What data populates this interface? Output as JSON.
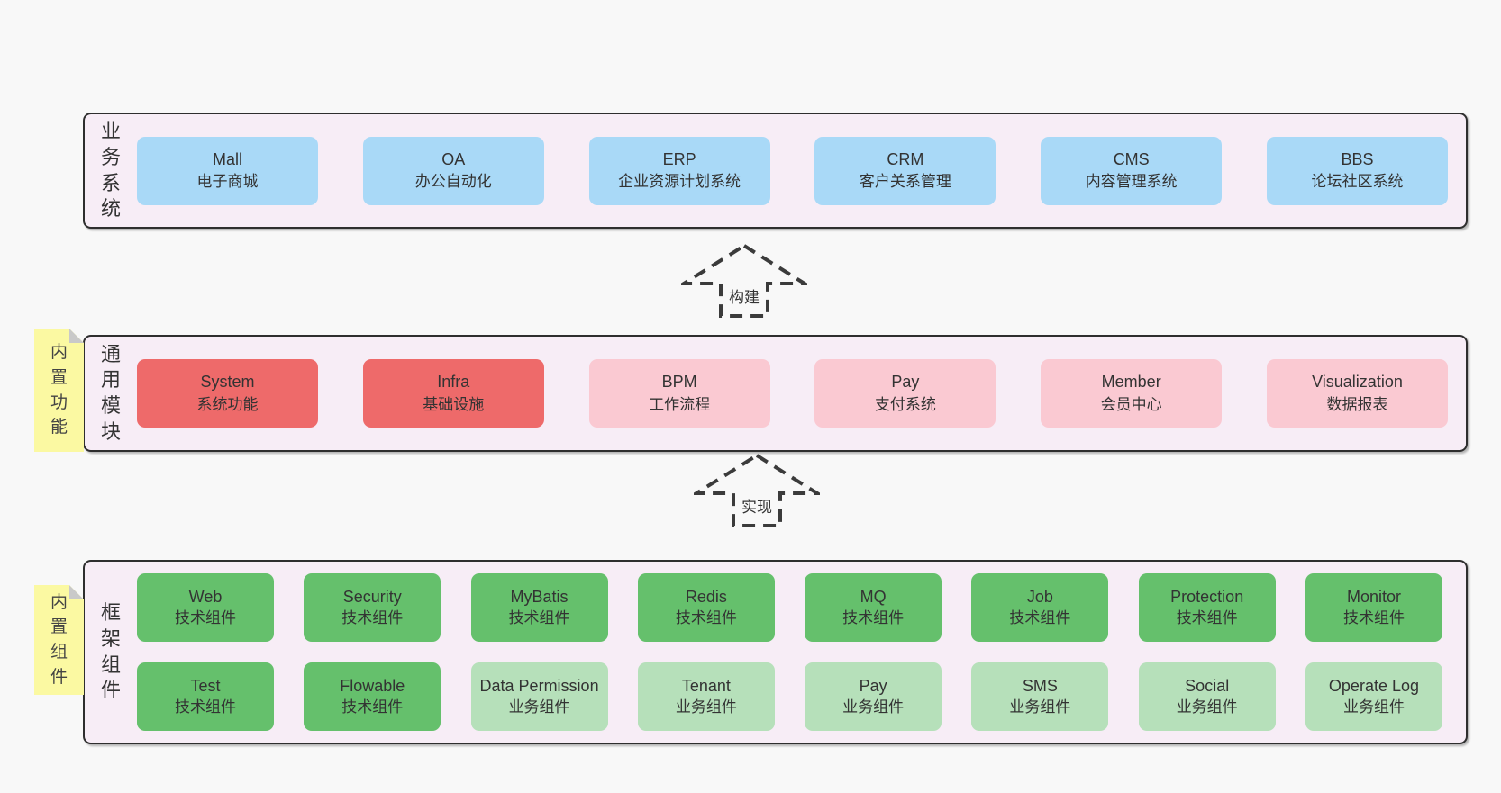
{
  "palette": {
    "page_bg": "#f8f8f8",
    "layer_bg": "#f7edf6",
    "layer_border": "#2e2e2e",
    "blue": "#a9d9f7",
    "red": "#ee6a6a",
    "pink": "#fac9d2",
    "green": "#65c06c",
    "lightgreen": "#b6e0ba",
    "note_yellow": "#fbf9a2",
    "note_fold": "#c9c9c9",
    "text": "#333333"
  },
  "business": {
    "label": "业务系统",
    "boxes": [
      {
        "en": "Mall",
        "zh": "电子商城"
      },
      {
        "en": "OA",
        "zh": "办公自动化"
      },
      {
        "en": "ERP",
        "zh": "企业资源计划系统"
      },
      {
        "en": "CRM",
        "zh": "客户关系管理"
      },
      {
        "en": "CMS",
        "zh": "内容管理系统"
      },
      {
        "en": "BBS",
        "zh": "论坛社区系统"
      }
    ]
  },
  "modules": {
    "label": "通用模块",
    "note": "内置功能",
    "boxes": [
      {
        "en": "System",
        "zh": "系统功能"
      },
      {
        "en": "Infra",
        "zh": "基础设施"
      },
      {
        "en": "BPM",
        "zh": "工作流程"
      },
      {
        "en": "Pay",
        "zh": "支付系统"
      },
      {
        "en": "Member",
        "zh": "会员中心"
      },
      {
        "en": "Visualization",
        "zh": "数据报表"
      }
    ]
  },
  "framework": {
    "label": "框架组件",
    "note": "内置组件",
    "row1": [
      {
        "en": "Web",
        "zh": "技术组件"
      },
      {
        "en": "Security",
        "zh": "技术组件"
      },
      {
        "en": "MyBatis",
        "zh": "技术组件"
      },
      {
        "en": "Redis",
        "zh": "技术组件"
      },
      {
        "en": "MQ",
        "zh": "技术组件"
      },
      {
        "en": "Job",
        "zh": "技术组件"
      },
      {
        "en": "Protection",
        "zh": "技术组件"
      },
      {
        "en": "Monitor",
        "zh": "技术组件"
      }
    ],
    "row2": [
      {
        "en": "Test",
        "zh": "技术组件"
      },
      {
        "en": "Flowable",
        "zh": "技术组件"
      },
      {
        "en": "Data Permission",
        "zh": "业务组件"
      },
      {
        "en": "Tenant",
        "zh": "业务组件"
      },
      {
        "en": "Pay",
        "zh": "业务组件"
      },
      {
        "en": "SMS",
        "zh": "业务组件"
      },
      {
        "en": "Social",
        "zh": "业务组件"
      },
      {
        "en": "Operate Log",
        "zh": "业务组件"
      }
    ]
  },
  "arrows": {
    "build": "构建",
    "implement": "实现"
  }
}
